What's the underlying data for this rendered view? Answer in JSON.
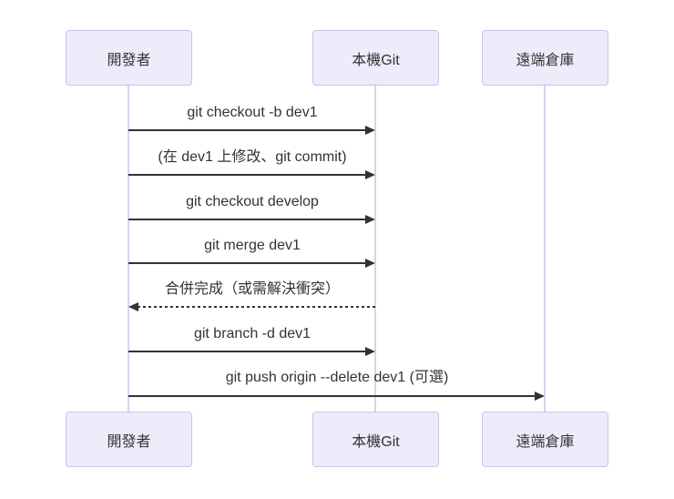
{
  "diagram": {
    "type": "sequence-diagram",
    "actors": [
      {
        "id": "developer",
        "label": "開發者"
      },
      {
        "id": "local-git",
        "label": "本機Git"
      },
      {
        "id": "remote-repo",
        "label": "遠端倉庫"
      }
    ],
    "messages": [
      {
        "from": "開發者",
        "to": "本機Git",
        "label": "git checkout -b dev1",
        "style": "solid",
        "direction": "right"
      },
      {
        "from": "開發者",
        "to": "本機Git",
        "label": "(在 dev1 上修改、git commit)",
        "style": "solid",
        "direction": "right"
      },
      {
        "from": "開發者",
        "to": "本機Git",
        "label": "git checkout develop",
        "style": "solid",
        "direction": "right"
      },
      {
        "from": "開發者",
        "to": "本機Git",
        "label": "git merge dev1",
        "style": "solid",
        "direction": "right"
      },
      {
        "from": "本機Git",
        "to": "開發者",
        "label": "合併完成（或需解決衝突）",
        "style": "dashed",
        "direction": "left"
      },
      {
        "from": "開發者",
        "to": "本機Git",
        "label": "git branch -d dev1",
        "style": "solid",
        "direction": "right"
      },
      {
        "from": "開發者",
        "to": "遠端倉庫",
        "label": "git push origin --delete dev1 (可選)",
        "style": "solid",
        "direction": "right"
      }
    ],
    "colors": {
      "actor_fill": "#ECECFB",
      "actor_border": "#C9C2E8",
      "lifeline": "#D8D4EC",
      "arrow": "#333333",
      "text": "#333333",
      "background": "#FFFFFF"
    }
  }
}
